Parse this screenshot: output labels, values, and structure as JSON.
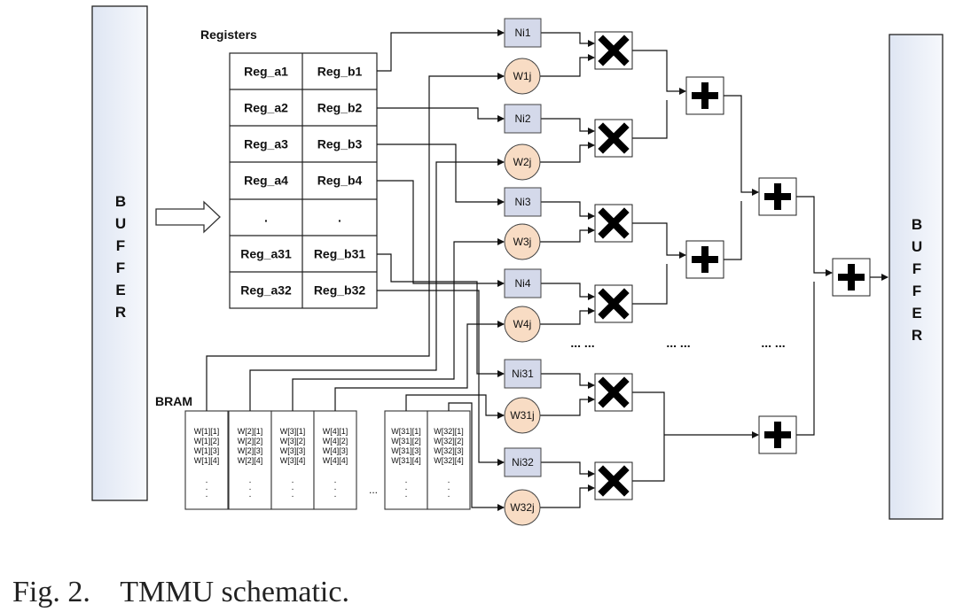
{
  "buffer_left": {
    "letters": [
      "B",
      "U",
      "F",
      "F",
      "E",
      "R"
    ]
  },
  "buffer_right": {
    "letters": [
      "B",
      "U",
      "F",
      "F",
      "E",
      "R"
    ]
  },
  "registers": {
    "title": "Registers",
    "rows": [
      {
        "a": "Reg_a1",
        "b": "Reg_b1"
      },
      {
        "a": "Reg_a2",
        "b": "Reg_b2"
      },
      {
        "a": "Reg_a3",
        "b": "Reg_b3"
      },
      {
        "a": "Reg_a4",
        "b": "Reg_b4"
      },
      {
        "a": ".",
        "b": "."
      },
      {
        "a": "Reg_a31",
        "b": "Reg_b31"
      },
      {
        "a": "Reg_a32",
        "b": "Reg_b32"
      }
    ]
  },
  "bram": {
    "title": "BRAM",
    "columns": [
      {
        "lines": [
          "W[1][1]",
          "W[1][2]",
          "W[1][3]",
          "W[1][4]"
        ]
      },
      {
        "lines": [
          "W[2][1]",
          "W[2][2]",
          "W[2][3]",
          "W[2][4]"
        ]
      },
      {
        "lines": [
          "W[3][1]",
          "W[3][2]",
          "W[3][3]",
          "W[3][4]"
        ]
      },
      {
        "lines": [
          "W[4][1]",
          "W[4][2]",
          "W[4][3]",
          "W[4][4]"
        ]
      },
      {
        "lines": [
          "W[31][1]",
          "W[31][2]",
          "W[31][3]",
          "W[31][4]"
        ]
      },
      {
        "lines": [
          "W[32][1]",
          "W[32][2]",
          "W[32][3]",
          "W[32][4]"
        ]
      }
    ],
    "gap_label": "..."
  },
  "lanes": [
    {
      "n": "Ni1",
      "w": "W1j"
    },
    {
      "n": "Ni2",
      "w": "W2j"
    },
    {
      "n": "Ni3",
      "w": "W3j"
    },
    {
      "n": "Ni4",
      "w": "W4j"
    },
    {
      "n": "Ni31",
      "w": "W31j"
    },
    {
      "n": "Ni32",
      "w": "W32j"
    }
  ],
  "ellipsis": "... ...",
  "caption": {
    "label": "Fig. 2.",
    "text": "TMMU schematic."
  },
  "colors": {
    "n_box": "#d4d9ea",
    "w_circle": "#f8dcc4",
    "buffer_fill": "#e8edf6",
    "line": "#111111"
  }
}
